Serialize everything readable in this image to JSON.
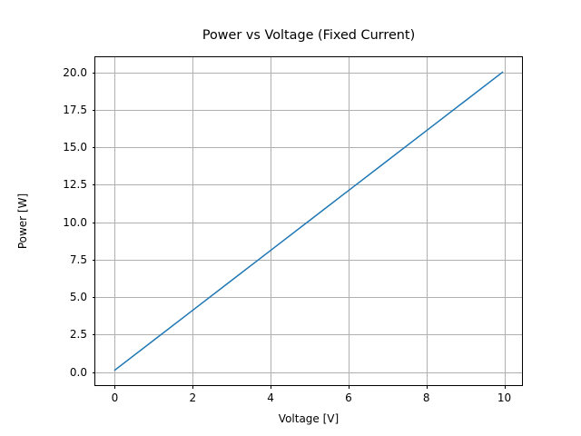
{
  "chart_data": {
    "type": "line",
    "title": "Power vs Voltage (Fixed Current)",
    "xlabel": "Voltage [V]",
    "ylabel": "Power [W]",
    "x": [
      0,
      1,
      2,
      3,
      4,
      5,
      6,
      7,
      8,
      9,
      10
    ],
    "series": [
      {
        "name": "Power",
        "color": "#1f77b4",
        "linewidth": 1.5,
        "values": [
          0,
          2,
          4,
          6,
          8,
          10,
          12,
          14,
          16,
          18,
          20
        ]
      }
    ],
    "xlim": [
      -0.5,
      10.5
    ],
    "ylim": [
      -1.0,
      21.0
    ],
    "xticks": [
      0,
      2,
      4,
      6,
      8,
      10
    ],
    "xticklabels": [
      "0",
      "2",
      "4",
      "6",
      "8",
      "10"
    ],
    "yticks": [
      0.0,
      2.5,
      5.0,
      7.5,
      10.0,
      12.5,
      15.0,
      17.5,
      20.0
    ],
    "yticklabels": [
      "0.0",
      "2.5",
      "5.0",
      "7.5",
      "10.0",
      "12.5",
      "15.0",
      "17.5",
      "20.0"
    ],
    "grid": true,
    "grid_color": "#b0b0b0",
    "legend": null,
    "background": "#ffffff",
    "axes_edge_color": "#000000"
  }
}
